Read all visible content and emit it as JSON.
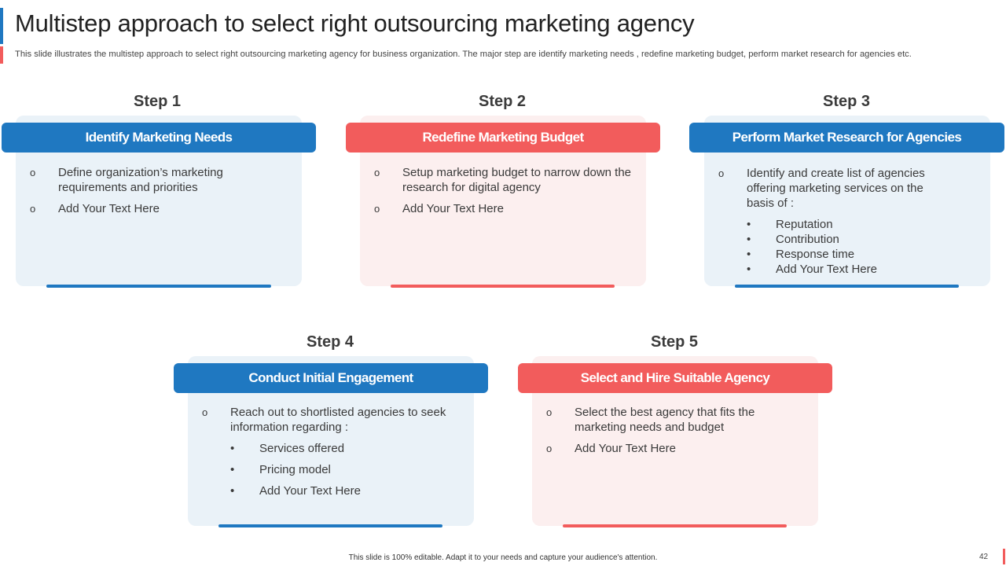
{
  "slide": {
    "title": "Multistep approach to select right outsourcing marketing agency",
    "description": "This slide illustrates the multistep approach  to select right  outsourcing  marketing agency for business organization.  The major step are identify marketing  needs , redefine marketing  budget,  perform  market research for agencies etc.",
    "footer": "This slide is 100% editable. Adapt it to your needs and capture your audience's attention.",
    "page_number": "42"
  },
  "bullet_symbols": {
    "outer": "o",
    "inner": "•"
  },
  "steps": [
    {
      "label": "Step 1",
      "heading": "Identify Marketing Needs",
      "color": "#1f78c1",
      "items": [
        "Define organization’s marketing requirements and priorities",
        "Add Your Text Here"
      ]
    },
    {
      "label": "Step 2",
      "heading": "Redefine Marketing Budget",
      "color": "#f25c5c",
      "items": [
        "Setup marketing budget to narrow down the research for digital agency",
        "Add Your Text Here"
      ]
    },
    {
      "label": "Step 3",
      "heading": "Perform Market Research for Agencies",
      "color": "#1f78c1",
      "items": [
        "Identify and create list of agencies offering marketing services on the basis of :"
      ],
      "subitems": [
        "Reputation",
        "Contribution",
        "Response time",
        "Add Your Text Here"
      ]
    },
    {
      "label": "Step 4",
      "heading": "Conduct Initial Engagement",
      "color": "#1f78c1",
      "items": [
        "Reach out to shortlisted agencies to seek information regarding :"
      ],
      "subitems": [
        "Services offered",
        "Pricing model",
        "Add Your Text Here"
      ]
    },
    {
      "label": "Step 5",
      "heading": "Select and Hire Suitable Agency",
      "color": "#f25c5c",
      "items": [
        "Select the best agency that fits the marketing needs and budget",
        "Add Your Text Here"
      ]
    }
  ]
}
